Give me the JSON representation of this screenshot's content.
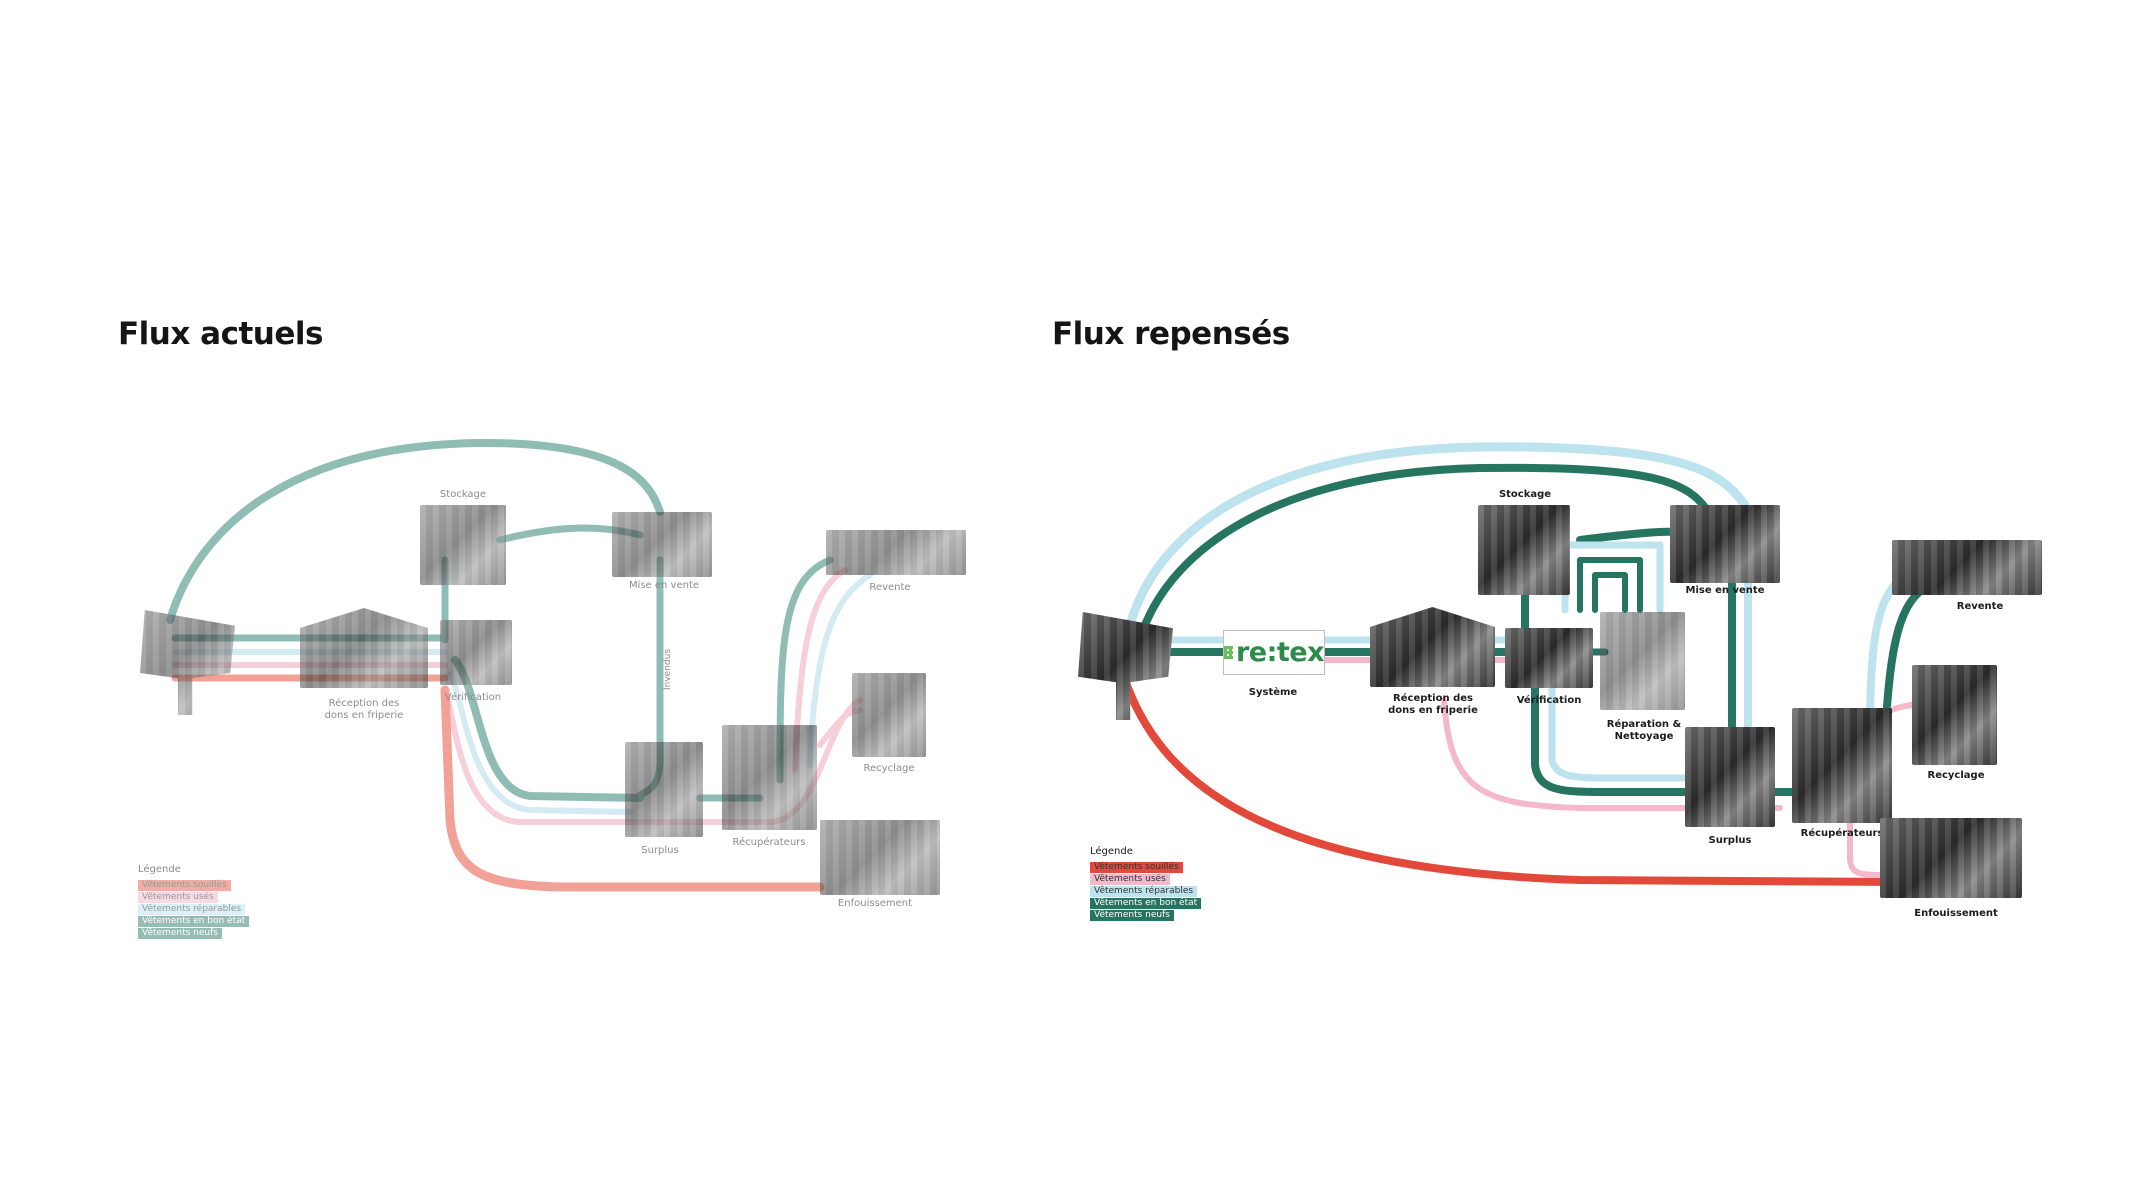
{
  "left": {
    "title": "Flux actuels",
    "nodes": {
      "stockage": "Stockage",
      "mise_en_vente": "Mise en vente",
      "revente": "Revente",
      "reception": "Réception des\ndons en friperie",
      "verification": "Vérification",
      "recyclage": "Recyclage",
      "surplus": "Surplus",
      "recuperateurs": "Récupérateurs",
      "enfouissement": "Enfouissement"
    },
    "path_label": "Invendus",
    "legend": {
      "title": "Légende",
      "items": [
        {
          "label": "Vêtements souillés",
          "color": "#e85b4c"
        },
        {
          "label": "Vêtements usés",
          "color": "#f4b4c8"
        },
        {
          "label": "Vêtements réparables",
          "color": "#b8e0ee"
        },
        {
          "label": "Vêtements en bon état",
          "color": "#2f7d6a"
        },
        {
          "label": "Vêtements neufs",
          "color": "#2f7d6a"
        }
      ]
    }
  },
  "right": {
    "title": "Flux repensés",
    "retex_logo": "re:tex",
    "nodes": {
      "systeme": "Système",
      "stockage": "Stockage",
      "mise_en_vente": "Mise en vente",
      "revente": "Revente",
      "reception": "Réception des\ndons en friperie",
      "verification": "Vérification",
      "reparation": "Réparation &\nNettoyage",
      "recyclage": "Recyclage",
      "surplus": "Surplus",
      "recuperateurs": "Récupérateurs",
      "enfouissement": "Enfouissement"
    },
    "legend": {
      "title": "Légende",
      "items": [
        {
          "label": "Vêtements souillés",
          "color": "#e2493a"
        },
        {
          "label": "Vêtements usés",
          "color": "#f3b9cb"
        },
        {
          "label": "Vêtements réparables",
          "color": "#bde3ef"
        },
        {
          "label": "Vêtements en bon état",
          "color": "#257560"
        },
        {
          "label": "Vêtements neufs",
          "color": "#257560"
        }
      ]
    }
  },
  "colors": {
    "souilles": "#e2493a",
    "uses": "#f3b9cb",
    "reparables": "#bde3ef",
    "bon_etat": "#257560",
    "faded_green": "#8fbdb4",
    "faded_red": "#f2a196"
  }
}
